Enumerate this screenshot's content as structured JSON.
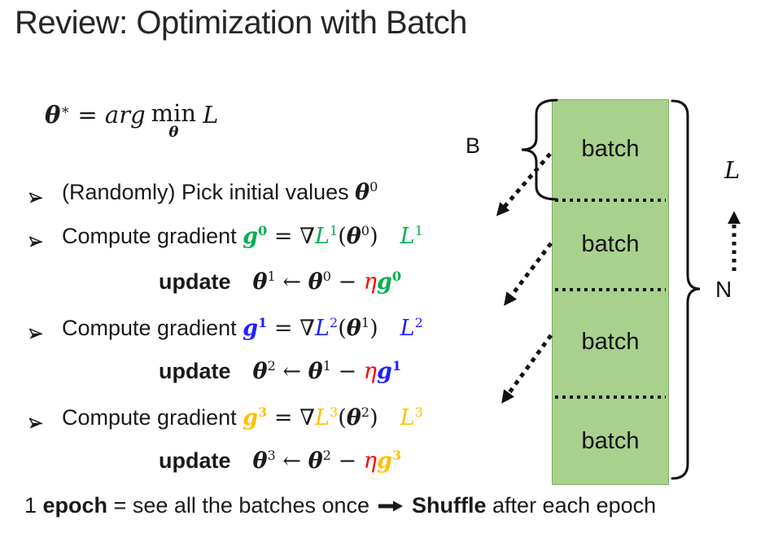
{
  "title": "Review: Optimization with Batch",
  "colors": {
    "green": "#00B050",
    "blue": "#1F1FFF",
    "gold": "#FFC000",
    "red": "#FF0000",
    "ink": "#1A1A1A",
    "batch_fill": "#A9D18E",
    "batch_border": "#7FAE60"
  },
  "formula": {
    "pre": [
      {
        "t": "θ",
        "m": 1,
        "b": 1,
        "i": 1
      },
      {
        "t": "∗",
        "m": 1,
        "sup": 1
      },
      {
        "t": " = ",
        "m": 1
      },
      {
        "t": "arg",
        "m": 1,
        "i": 1
      }
    ],
    "min_word": "min",
    "min_sub": [
      {
        "t": "θ",
        "m": 1,
        "b": 1,
        "i": 1
      }
    ],
    "post": [
      {
        "t": "L",
        "m": 1,
        "i": 1
      }
    ]
  },
  "bullets": [
    {
      "rich": [
        {
          "t": "(Randomly) Pick initial values "
        },
        {
          "t": "θ",
          "m": 1,
          "b": 1,
          "i": 1
        },
        {
          "t": "0",
          "m": 1,
          "sup": 1
        }
      ]
    },
    {
      "rich": [
        {
          "t": "Compute gradient "
        },
        {
          "t": "g",
          "m": 1,
          "b": 1,
          "i": 1,
          "c": "#00B050"
        },
        {
          "t": "0",
          "m": 1,
          "b": 1,
          "sup": 1,
          "c": "#00B050"
        },
        {
          "t": " = ",
          "m": 1
        },
        {
          "t": "∇",
          "m": 1
        },
        {
          "t": "L",
          "m": 1,
          "i": 1,
          "c": "#00B050"
        },
        {
          "t": "1",
          "m": 1,
          "sup": 1,
          "c": "#00B050"
        },
        {
          "t": "(",
          "m": 1
        },
        {
          "t": "θ",
          "m": 1,
          "b": 1,
          "i": 1
        },
        {
          "t": "0",
          "m": 1,
          "sup": 1
        },
        {
          "t": ")",
          "m": 1
        },
        {
          "t": "  ",
          "m": 1
        },
        {
          "t": "L",
          "m": 1,
          "i": 1,
          "c": "#00B050"
        },
        {
          "t": "1",
          "m": 1,
          "sup": 1,
          "c": "#00B050"
        }
      ]
    },
    {
      "rich": [
        {
          "t": "Compute gradient "
        },
        {
          "t": "g",
          "m": 1,
          "b": 1,
          "i": 1,
          "c": "#1F1FFF"
        },
        {
          "t": "1",
          "m": 1,
          "b": 1,
          "sup": 1,
          "c": "#1F1FFF"
        },
        {
          "t": " = ",
          "m": 1
        },
        {
          "t": "∇",
          "m": 1
        },
        {
          "t": "L",
          "m": 1,
          "i": 1,
          "c": "#1F1FFF"
        },
        {
          "t": "2",
          "m": 1,
          "sup": 1,
          "c": "#1F1FFF"
        },
        {
          "t": "(",
          "m": 1
        },
        {
          "t": "θ",
          "m": 1,
          "b": 1,
          "i": 1
        },
        {
          "t": "1",
          "m": 1,
          "sup": 1
        },
        {
          "t": ")",
          "m": 1
        },
        {
          "t": "  ",
          "m": 1
        },
        {
          "t": "L",
          "m": 1,
          "i": 1,
          "c": "#1F1FFF"
        },
        {
          "t": "2",
          "m": 1,
          "sup": 1,
          "c": "#1F1FFF"
        }
      ]
    },
    {
      "rich": [
        {
          "t": "Compute gradient "
        },
        {
          "t": "g",
          "m": 1,
          "b": 1,
          "i": 1,
          "c": "#FFC000"
        },
        {
          "t": "3",
          "m": 1,
          "b": 1,
          "sup": 1,
          "c": "#FFC000"
        },
        {
          "t": " = ",
          "m": 1
        },
        {
          "t": "∇",
          "m": 1
        },
        {
          "t": "L",
          "m": 1,
          "i": 1,
          "c": "#FFC000"
        },
        {
          "t": "3",
          "m": 1,
          "sup": 1,
          "c": "#FFC000"
        },
        {
          "t": "(",
          "m": 1
        },
        {
          "t": "θ",
          "m": 1,
          "b": 1,
          "i": 1
        },
        {
          "t": "2",
          "m": 1,
          "sup": 1
        },
        {
          "t": ")",
          "m": 1
        },
        {
          "t": "  ",
          "m": 1
        },
        {
          "t": "L",
          "m": 1,
          "i": 1,
          "c": "#FFC000"
        },
        {
          "t": "3",
          "m": 1,
          "sup": 1,
          "c": "#FFC000"
        }
      ]
    }
  ],
  "updates": [
    {
      "rich": [
        {
          "t": "update",
          "b": 1
        },
        {
          "t": "  "
        },
        {
          "t": "θ",
          "m": 1,
          "b": 1,
          "i": 1
        },
        {
          "t": "1",
          "m": 1,
          "sup": 1
        },
        {
          "t": " ← ",
          "m": 1
        },
        {
          "t": "θ",
          "m": 1,
          "b": 1,
          "i": 1
        },
        {
          "t": "0",
          "m": 1,
          "sup": 1
        },
        {
          "t": " − ",
          "m": 1
        },
        {
          "t": "η",
          "m": 1,
          "i": 1,
          "c": "#FF0000"
        },
        {
          "t": "g",
          "m": 1,
          "b": 1,
          "i": 1,
          "c": "#00B050"
        },
        {
          "t": "0",
          "m": 1,
          "b": 1,
          "sup": 1,
          "c": "#00B050"
        }
      ]
    },
    {
      "rich": [
        {
          "t": "update",
          "b": 1
        },
        {
          "t": "  "
        },
        {
          "t": "θ",
          "m": 1,
          "b": 1,
          "i": 1
        },
        {
          "t": "2",
          "m": 1,
          "sup": 1
        },
        {
          "t": " ← ",
          "m": 1
        },
        {
          "t": "θ",
          "m": 1,
          "b": 1,
          "i": 1
        },
        {
          "t": "1",
          "m": 1,
          "sup": 1
        },
        {
          "t": " − ",
          "m": 1
        },
        {
          "t": "η",
          "m": 1,
          "i": 1,
          "c": "#FF0000"
        },
        {
          "t": "g",
          "m": 1,
          "b": 1,
          "i": 1,
          "c": "#1F1FFF"
        },
        {
          "t": "1",
          "m": 1,
          "b": 1,
          "sup": 1,
          "c": "#1F1FFF"
        }
      ]
    },
    {
      "rich": [
        {
          "t": "update",
          "b": 1
        },
        {
          "t": "  "
        },
        {
          "t": "θ",
          "m": 1,
          "b": 1,
          "i": 1
        },
        {
          "t": "3",
          "m": 1,
          "sup": 1
        },
        {
          "t": " ← ",
          "m": 1
        },
        {
          "t": "θ",
          "m": 1,
          "b": 1,
          "i": 1
        },
        {
          "t": "2",
          "m": 1,
          "sup": 1
        },
        {
          "t": " − ",
          "m": 1
        },
        {
          "t": "η",
          "m": 1,
          "i": 1,
          "c": "#FF0000"
        },
        {
          "t": "g",
          "m": 1,
          "b": 1,
          "i": 1,
          "c": "#FFC000"
        },
        {
          "t": "3",
          "m": 1,
          "b": 1,
          "sup": 1,
          "c": "#FFC000"
        }
      ]
    }
  ],
  "footer": {
    "left": [
      {
        "t": "1 "
      },
      {
        "t": "epoch",
        "b": 1
      },
      {
        "t": " = see all the batches once"
      }
    ],
    "right": [
      {
        "t": "Shuffle",
        "b": 1
      },
      {
        "t": " after each epoch"
      }
    ]
  },
  "diagram": {
    "batch_labels": [
      "batch",
      "batch",
      "batch",
      "batch"
    ],
    "b_label": "B",
    "n_label": "N",
    "l_label": "L"
  }
}
